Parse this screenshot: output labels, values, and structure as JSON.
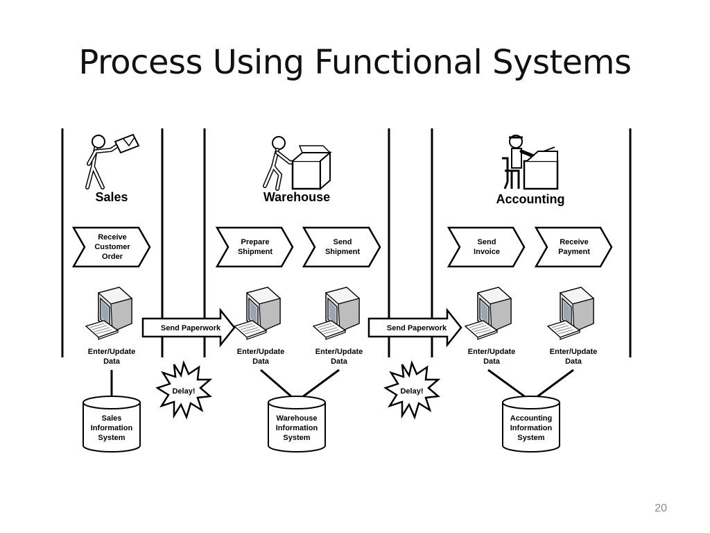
{
  "slide": {
    "title": "Process Using Functional Systems",
    "number": "20"
  },
  "lanes": {
    "sales": "Sales",
    "warehouse": "Warehouse",
    "accounting": "Accounting"
  },
  "steps": {
    "receive_order": [
      "Receive",
      "Customer",
      "Order"
    ],
    "prepare_shipment": [
      "Prepare",
      "Shipment"
    ],
    "send_shipment": [
      "Send",
      "Shipment"
    ],
    "send_invoice": [
      "Send",
      "Invoice"
    ],
    "receive_payment": [
      "Receive",
      "Payment"
    ]
  },
  "computer_label": [
    "Enter/Update",
    "Data"
  ],
  "arrow_label": "Send Paperwork",
  "delay_label": "Delay!",
  "databases": {
    "sales": [
      "Sales",
      "Information",
      "System"
    ],
    "warehouse": [
      "Warehouse",
      "Information",
      "System"
    ],
    "accounting": [
      "Accounting",
      "Information",
      "System"
    ]
  },
  "icons": [
    "worker-with-letter-icon",
    "worker-lifting-box-icon",
    "worker-at-desk-icon",
    "computer-icon",
    "starburst-icon",
    "database-cylinder-icon"
  ]
}
